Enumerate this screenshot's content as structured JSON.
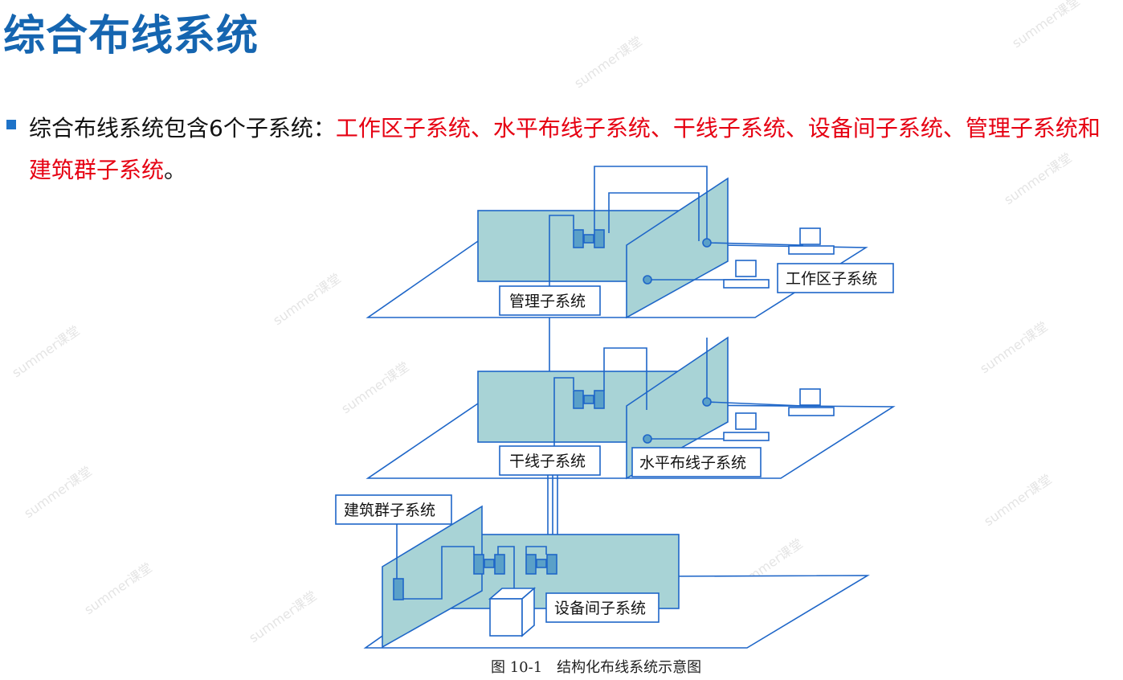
{
  "title": "综合布线系统",
  "bullet": {
    "intro": "综合布线系统包含6个子系统：",
    "subsystems": "工作区子系统、水平布线子系统、干线子系统、设备间子系统、管理子系统和建筑群子系统",
    "end": "。"
  },
  "diagram": {
    "labels": {
      "work_area": "工作区子系统",
      "management": "管理子系统",
      "backbone": "干线子系统",
      "horizontal": "水平布线子系统",
      "campus": "建筑群子系统",
      "equipment_room": "设备间子系统"
    },
    "caption": "图 10-1　结构化布线系统示意图"
  },
  "watermark": "summer课堂",
  "colors": {
    "title": "#1565b0",
    "highlight": "#e60012",
    "panel": "#a8d3d6",
    "line": "#1e66c8"
  }
}
